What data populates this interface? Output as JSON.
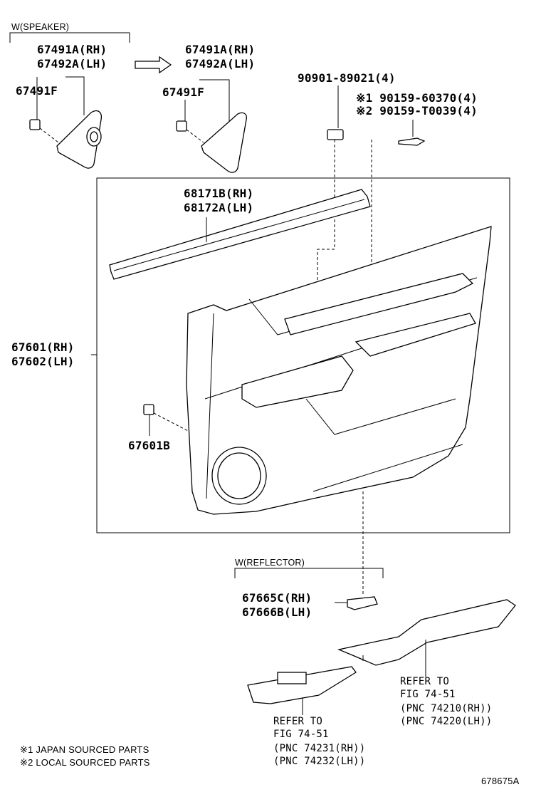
{
  "labels": {
    "speaker_group": "W(SPEAKER)",
    "speaker_rh_left": "67491A(RH)",
    "speaker_lh_left": "67492A(LH)",
    "speaker_rh_right": "67491A(RH)",
    "speaker_lh_right": "67492A(LH)",
    "clip_left": "67491F",
    "clip_right": "67491F",
    "screw": "90901-89021(4)",
    "bolt1": "※1 90159-60370(4)",
    "bolt2": "※2 90159-T0039(4)",
    "weatherstrip_rh": "68171B(RH)",
    "weatherstrip_lh": "68172A(LH)",
    "panel_rh": "67601(RH)",
    "panel_lh": "67602(LH)",
    "panel_clip": "67601B",
    "reflector_group": "W(REFLECTOR)",
    "reflector_rh": "67665C(RH)",
    "reflector_lh": "67666B(LH)"
  },
  "references": {
    "armrest": [
      "REFER TO",
      "FIG 74-51",
      "(PNC 74210(RH))",
      "(PNC 74220(LH))"
    ],
    "switch_base": [
      "REFER TO",
      "FIG 74-51",
      "(PNC 74231(RH))",
      "(PNC 74232(LH))"
    ]
  },
  "footnotes": {
    "note1": "※1 JAPAN SOURCED PARTS",
    "note2": "※2 LOCAL SOURCED PARTS"
  },
  "figure_id": "678675A"
}
